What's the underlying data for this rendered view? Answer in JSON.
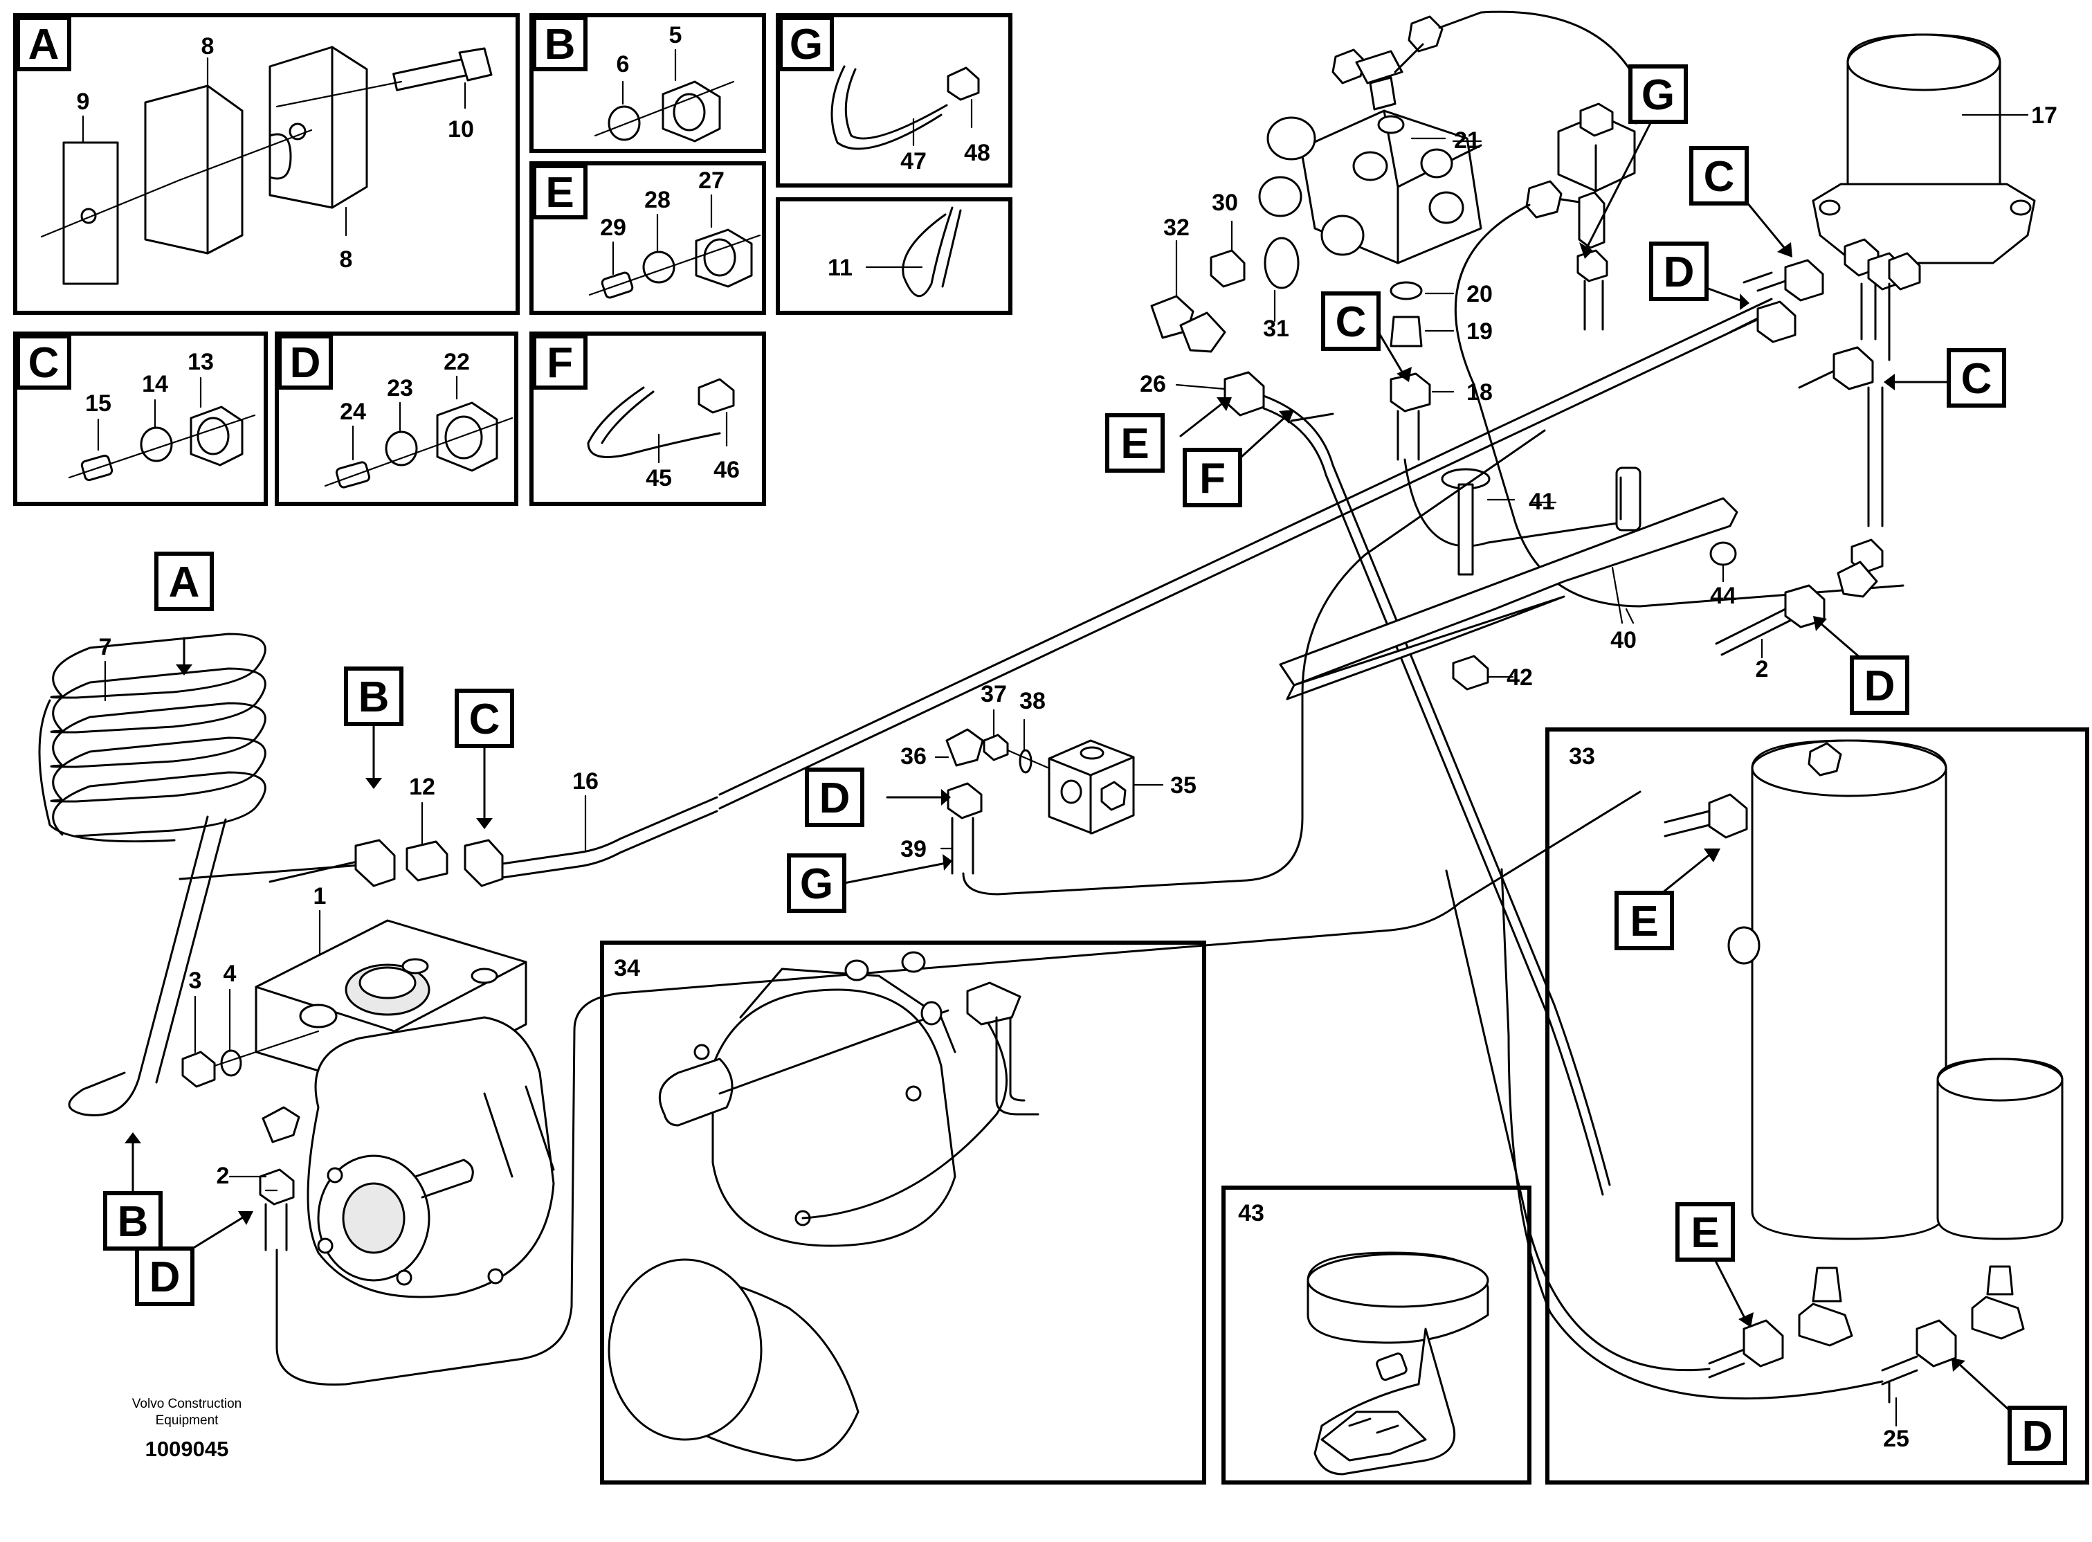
{
  "inset_labels": {
    "A": "A",
    "B": "B",
    "C": "C",
    "D": "D",
    "E": "E",
    "F": "F",
    "G": "G"
  },
  "numbers": {
    "n1": "1",
    "n2": "2",
    "n3": "3",
    "n4": "4",
    "n5": "5",
    "n6": "6",
    "n7": "7",
    "n8": "8",
    "n9": "9",
    "n10": "10",
    "n11": "11",
    "n12": "12",
    "n13": "13",
    "n14": "14",
    "n15": "15",
    "n16": "16",
    "n17": "17",
    "n18": "18",
    "n19": "19",
    "n20": "20",
    "n21": "21",
    "n22": "22",
    "n23": "23",
    "n24": "24",
    "n25": "25",
    "n26": "26",
    "n27": "27",
    "n28": "28",
    "n29": "29",
    "n30": "30",
    "n31": "31",
    "n32": "32",
    "n33": "33",
    "n34": "34",
    "n35": "35",
    "n36": "36",
    "n37": "37",
    "n38": "38",
    "n39": "39",
    "n40": "40",
    "n41": "41",
    "n42": "42",
    "n43": "43",
    "n44": "44",
    "n45": "45",
    "n46": "46",
    "n47": "47",
    "n48": "48"
  },
  "footer": {
    "company_line1": "Volvo Construction",
    "company_line2": "Equipment",
    "document_number": "1009045"
  }
}
